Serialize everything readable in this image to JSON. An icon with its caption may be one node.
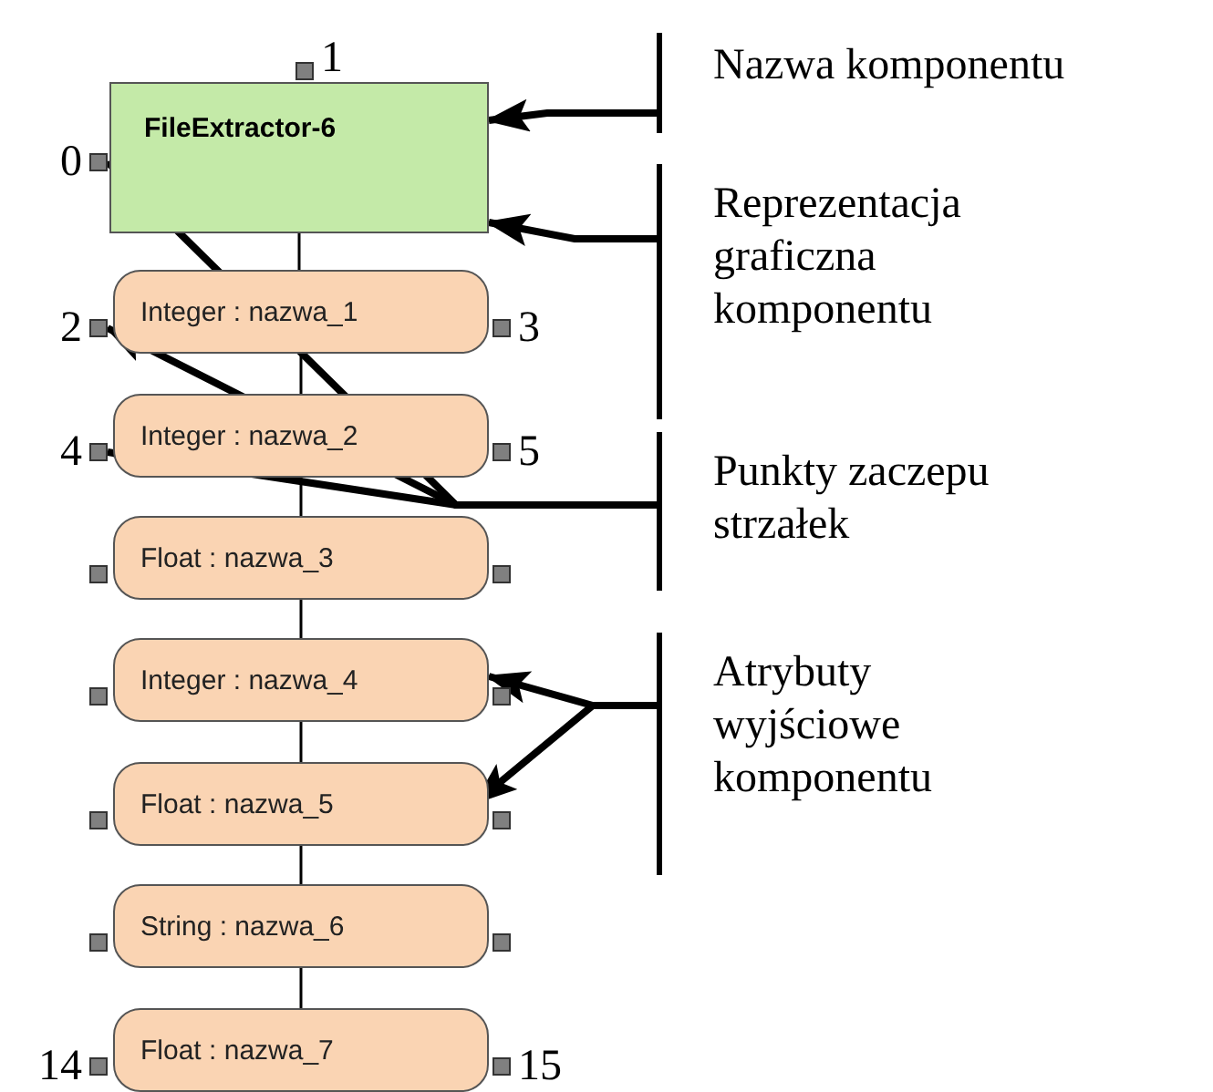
{
  "diagram": {
    "nodes": [
      {
        "text": [
          "FileExtractor-6"
        ]
      },
      {
        "text": [
          "Integer : nazwa_1"
        ]
      },
      {
        "text": [
          "Integer : nazwa_2"
        ]
      },
      {
        "text": [
          "Float : nazwa_3"
        ]
      },
      {
        "text": [
          "Integer : nazwa_4"
        ]
      },
      {
        "text": [
          "Float : nazwa_5"
        ]
      },
      {
        "text": [
          "String : nazwa_6"
        ]
      },
      {
        "text": [
          "Float : nazwa_7"
        ]
      },
      {
        "text": [],
        "shape": "box",
        "beside": [
          "1"
        ]
      },
      {
        "text": [],
        "shape": "box",
        "beside": [
          "0"
        ]
      },
      {
        "text": [],
        "shape": "box",
        "beside": [
          "2"
        ]
      },
      {
        "text": [],
        "shape": "box",
        "beside": [
          "3"
        ]
      },
      {
        "text": [],
        "shape": "box",
        "beside": [
          "4"
        ]
      },
      {
        "text": [],
        "shape": "box",
        "beside": [
          "5"
        ]
      },
      {
        "text": [],
        "shape": "box"
      },
      {
        "text": [],
        "shape": "box"
      },
      {
        "text": [],
        "shape": "box"
      },
      {
        "text": [],
        "shape": "box"
      },
      {
        "text": [],
        "shape": "box"
      },
      {
        "text": [],
        "shape": "box"
      },
      {
        "text": [],
        "shape": "box"
      },
      {
        "text": [],
        "shape": "box"
      },
      {
        "text": [],
        "shape": "box",
        "beside": [
          "14"
        ]
      },
      {
        "text": [],
        "shape": "box",
        "beside": [
          "15"
        ]
      },
      {
        "text": [
          "Nazwa komponentu"
        ]
      },
      {
        "text": [
          "Reprezentacja graficzna komponentu"
        ]
      },
      {
        "text": [
          "Punkty zaczepu strzałek"
        ]
      },
      {
        "text": [
          "Atrybuty wyjściowe komponentu"
        ]
      }
    ],
    "edges": [
      {
        "from": 0,
        "to": 1,
        "arrow": "none"
      },
      {
        "from": 1,
        "to": 2,
        "arrow": "none"
      },
      {
        "from": 2,
        "to": 3,
        "arrow": "none"
      },
      {
        "from": 3,
        "to": 4,
        "arrow": "none"
      },
      {
        "from": 4,
        "to": 5,
        "arrow": "none"
      },
      {
        "from": 5,
        "to": 6,
        "arrow": "none"
      },
      {
        "from": 6,
        "to": 7,
        "arrow": "none"
      },
      {
        "from": 24,
        "to": 0,
        "arrow": "to",
        "style": "thick"
      },
      {
        "from": 25,
        "to": 0,
        "arrow": "to",
        "style": "thick"
      },
      {
        "from": 26,
        "to": 9,
        "arrow": "to",
        "style": "thick"
      },
      {
        "from": 26,
        "to": 10,
        "arrow": "to",
        "style": "thick"
      },
      {
        "from": 26,
        "to": 12,
        "arrow": "to",
        "style": "thick"
      },
      {
        "from": 27,
        "to": 4,
        "arrow": "to",
        "style": "thick"
      },
      {
        "from": 27,
        "to": 5,
        "arrow": "to",
        "style": "thick"
      }
    ]
  }
}
